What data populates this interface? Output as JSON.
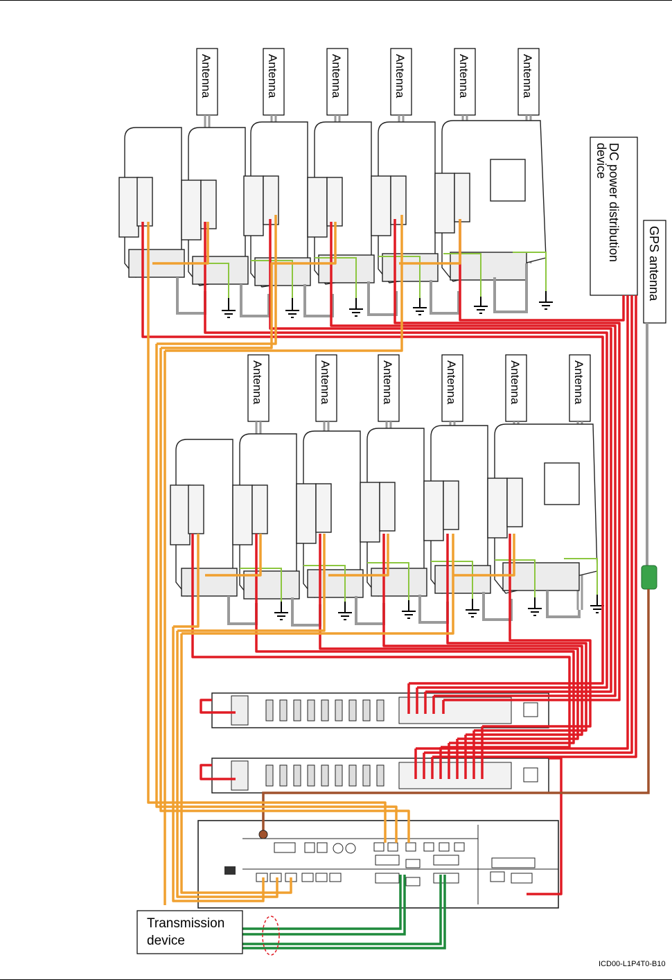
{
  "labels": {
    "antenna": "Antenna",
    "dc_power": [
      "DC power distribution",
      "device"
    ],
    "gps": "GPS antenna",
    "transmission": [
      "Transmission",
      "device"
    ],
    "figure_id": "ICD00-L1P4T0-B10"
  },
  "antenna_count_top": 6,
  "antenna_count_middle": 6,
  "colors": {
    "power_cable": "#e01b24",
    "cpri_fiber": "#f0a030",
    "rf_jumper": "#9a9a9a",
    "pgnd": "#8cc63f",
    "transmission": "#1e8a3c",
    "gps": "#a0522d"
  }
}
